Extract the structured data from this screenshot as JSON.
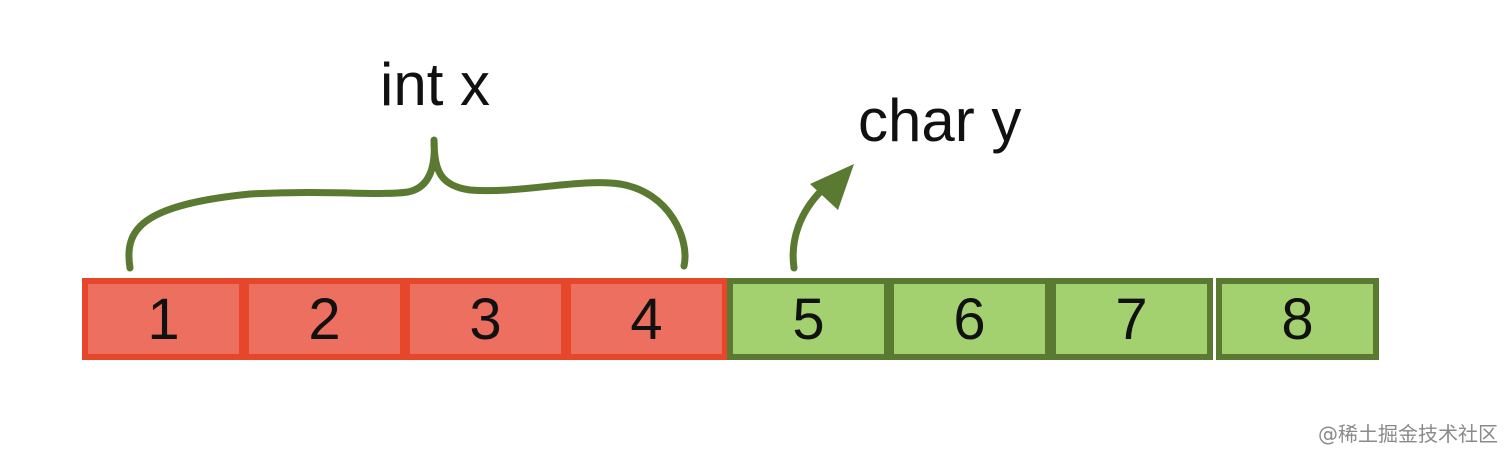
{
  "diagram": {
    "int_label": "int x",
    "char_label": "char y",
    "cells": [
      {
        "label": "1",
        "group": "int"
      },
      {
        "label": "2",
        "group": "int"
      },
      {
        "label": "3",
        "group": "int"
      },
      {
        "label": "4",
        "group": "int"
      },
      {
        "label": "5",
        "group": "char"
      },
      {
        "label": "6",
        "group": "char"
      },
      {
        "label": "7",
        "group": "char"
      },
      {
        "label": "8",
        "group": "char"
      }
    ],
    "colors": {
      "int_fill": "#ec6f60",
      "int_border": "#e6462a",
      "char_fill": "#a4d16f",
      "char_border": "#5b7a31",
      "annotation": "#5b7a31"
    }
  },
  "watermark": "@稀土掘金技术社区"
}
